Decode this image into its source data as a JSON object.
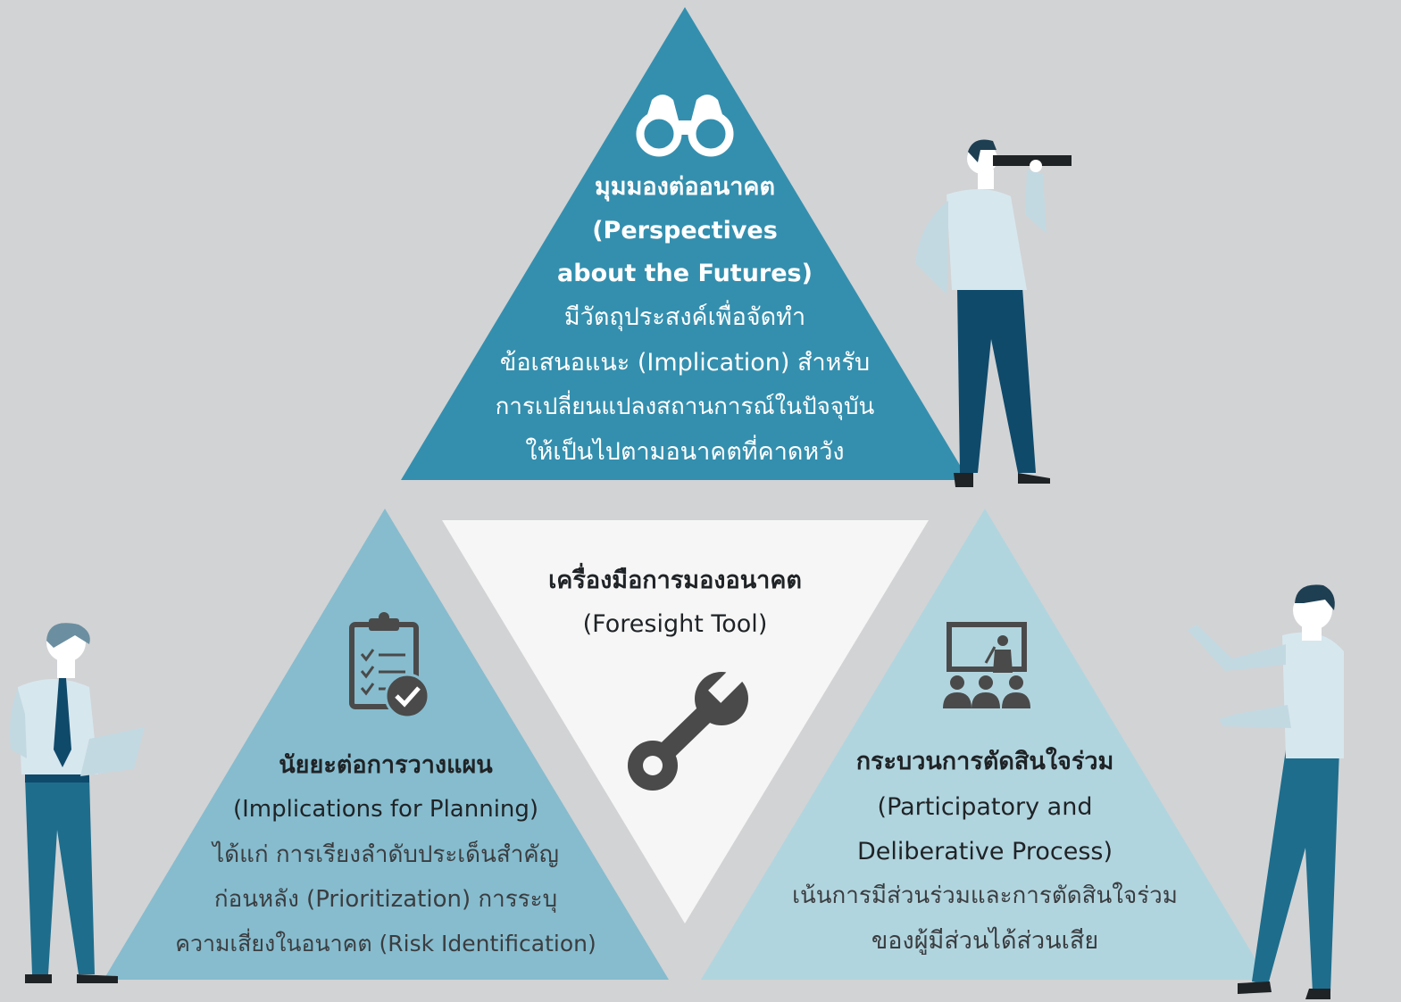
{
  "colors": {
    "background": "#d2d3d5",
    "top_triangle": "#348fae",
    "left_triangle": "#86bcce",
    "right_triangle": "#b1d5df",
    "center_triangle": "#f6f6f6",
    "icon_gray": "#4a4a4a",
    "suit_dark": "#0f4a6b",
    "suit_teal": "#1e6d8c",
    "shirt": "#d7e7ee"
  },
  "top": {
    "icon": "binoculars-icon",
    "title_th": "มุมมองต่ออนาคต",
    "title_en_1": "(Perspectives",
    "title_en_2": "about the Futures)",
    "desc": [
      "มีวัตถุประสงค์เพื่อจัดทำ",
      "ข้อเสนอแนะ (Implication) สำหรับ",
      "การเปลี่ยนแปลงสถานการณ์ในปัจจุบัน",
      "ให้เป็นไปตามอนาคตที่คาดหวัง"
    ]
  },
  "center": {
    "icon": "wrench-icon",
    "title_th": "เครื่องมือการมองอนาคต",
    "title_en": "(Foresight Tool)"
  },
  "left": {
    "icon": "clipboard-checklist-icon",
    "title_th": "นัยยะต่อการวางแผน",
    "title_en": "(Implications for Planning)",
    "desc": [
      "ได้แก่ การเรียงลำดับประเด็นสำคัญ",
      "ก่อนหลัง (Prioritization) การระบุ",
      "ความเสี่ยงในอนาคต (Risk Identification)"
    ]
  },
  "right": {
    "icon": "presentation-audience-icon",
    "title_th": "กระบวนการตัดสินใจร่วม",
    "title_en_1": "(Participatory and",
    "title_en_2": "Deliberative Process)",
    "desc": [
      "เน้นการมีส่วนร่วมและการตัดสินใจร่วม",
      "ของผู้มีส่วนได้ส่วนเสีย"
    ]
  }
}
